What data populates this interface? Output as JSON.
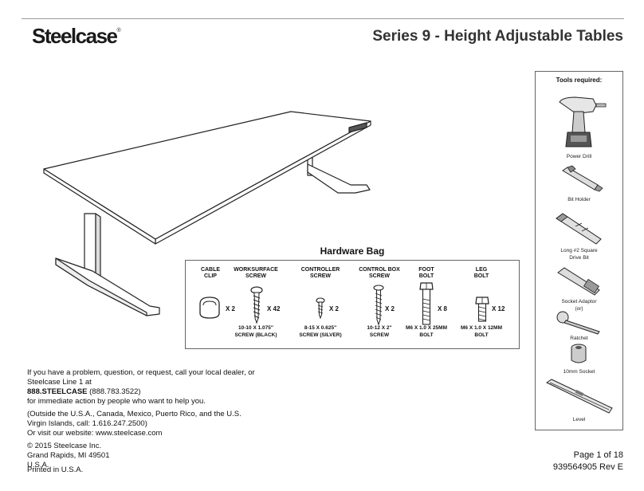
{
  "header": {
    "brand": "Steelcase",
    "brand_mark": "®",
    "title": "Series 9 - Height Adjustable Tables"
  },
  "hardware_bag": {
    "title": "Hardware Bag",
    "items": [
      {
        "name": "CABLE\nCLIP",
        "qty": "X 2",
        "spec": ""
      },
      {
        "name": "WORKSURFACE\nSCREW",
        "qty": "X 42",
        "spec": "10-10 X 1.075\"\nSCREW (BLACK)"
      },
      {
        "name": "CONTROLLER\nSCREW",
        "qty": "X 2",
        "spec": "8-15 X 0.625\"\nSCREW (SILVER)"
      },
      {
        "name": "CONTROL BOX\nSCREW",
        "qty": "X 2",
        "spec": "10-12 X 2\"\nSCREW"
      },
      {
        "name": "FOOT\nBOLT",
        "qty": "X 8",
        "spec": "M6 X 1.0 X 25MM\nBOLT"
      },
      {
        "name": "LEG\nBOLT",
        "qty": "X 12",
        "spec": "M6 X 1.0 X 12MM\nBOLT"
      }
    ]
  },
  "tools": {
    "title": "Tools required:",
    "items": [
      {
        "label": "Power Drill",
        "icon": "power-drill-icon"
      },
      {
        "label": "Bit Holder",
        "icon": "bit-holder-icon"
      },
      {
        "label": "Long #2 Square\nDrive Bit",
        "icon": "square-drive-bit-icon"
      },
      {
        "label": "Socket Adaptor\n(or)",
        "icon": "socket-adaptor-icon"
      },
      {
        "label": "Ratchet",
        "icon": "ratchet-icon"
      },
      {
        "label": "10mm Socket",
        "icon": "socket-icon"
      },
      {
        "label": "Level",
        "icon": "level-icon"
      }
    ]
  },
  "contact": {
    "intro": "If you have a problem, question, or request, call your local dealer, or Steelcase Line 1 at",
    "phone_main": "888.STEELCASE",
    "phone_alt": " (888.783.3522)",
    "help": "for immediate action by people who want to help you.",
    "outside": "(Outside the U.S.A., Canada, Mexico, Puerto Rico, and the U.S. Virgin Islands, call: 1.616.247.2500)",
    "website": "Or visit our website: www.steelcase.com",
    "copyright": "© 2015 Steelcase Inc.",
    "city": "Grand Rapids, MI 49501",
    "country": "U.S.A.",
    "printed": "Printed in U.S.A."
  },
  "footer": {
    "page": "Page 1 of 18",
    "doc_number": "939564905 Rev E"
  }
}
